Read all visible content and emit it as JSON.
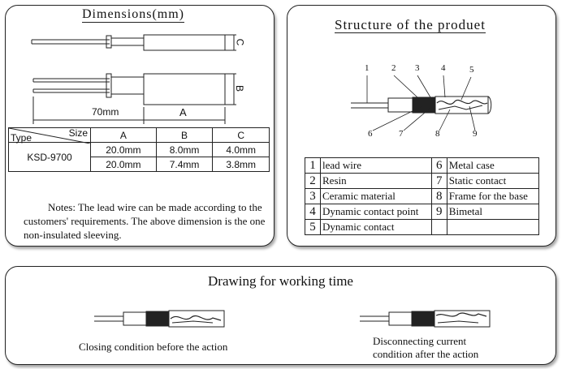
{
  "dimensions": {
    "title": "Dimensions(mm)",
    "labels": {
      "c": "C",
      "b": "B",
      "length": "70mm",
      "a": "A"
    },
    "table": {
      "type_header": "Type",
      "size_header": "Size",
      "columns": [
        "A",
        "B",
        "C"
      ],
      "model": "KSD-9700",
      "rows": [
        [
          "20.0mm",
          "8.0mm",
          "4.0mm"
        ],
        [
          "20.0mm",
          "7.4mm",
          "3.8mm"
        ]
      ]
    },
    "notes": "Notes: The lead wire can be made according to the customers' requirements. The above dimension is the one non-insulated sleeving."
  },
  "structure": {
    "title": "Structure of the produet",
    "callouts": [
      "1",
      "2",
      "3",
      "4",
      "5",
      "6",
      "7",
      "8",
      "9"
    ],
    "parts": [
      {
        "n": "1",
        "label": "lead wire"
      },
      {
        "n": "2",
        "label": "Resin"
      },
      {
        "n": "3",
        "label": "Ceramic material"
      },
      {
        "n": "4",
        "label": "Dynamic contact point"
      },
      {
        "n": "5",
        "label": "Dynamic contact"
      },
      {
        "n": "6",
        "label": "Metal case"
      },
      {
        "n": "7",
        "label": "Static contact"
      },
      {
        "n": "8",
        "label": "Frame for the base"
      },
      {
        "n": "9",
        "label": "Bimetal"
      }
    ]
  },
  "working": {
    "title": "Drawing for working time",
    "closing_caption": "Closing condition before the action",
    "disconnect_caption_line1": "Disconnecting current",
    "disconnect_caption_line2": "condition after the action"
  }
}
